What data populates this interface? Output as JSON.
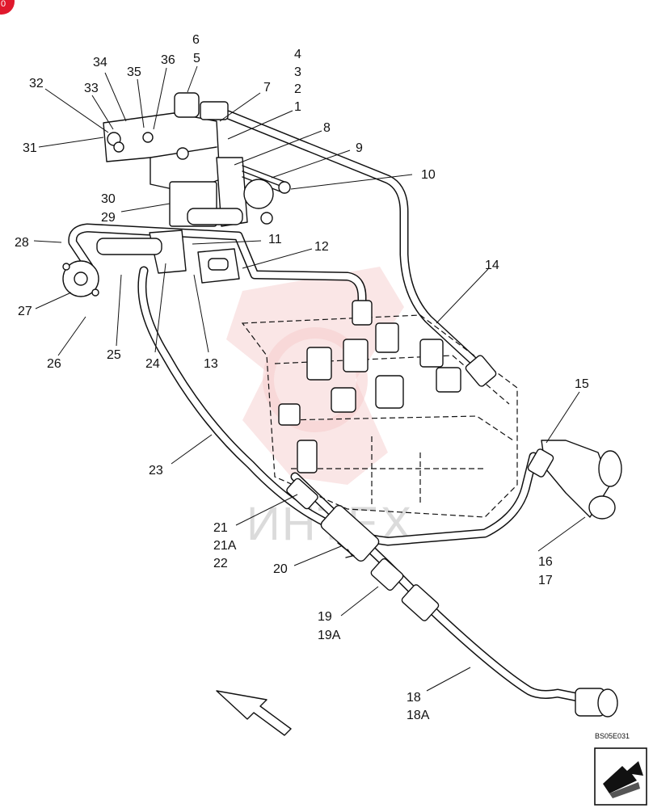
{
  "diagram": {
    "reference_code": "BS05E031",
    "watermark": "ИНТЕХ",
    "corner_badge": "0",
    "colors": {
      "line": "#111111",
      "watermark_red": "#f3c4c4",
      "watermark_text": "#d8d8d8",
      "badge": "#e0192d"
    },
    "callouts": [
      {
        "id": "c6",
        "lines": [
          "6"
        ]
      },
      {
        "id": "c5",
        "lines": [
          "5"
        ]
      },
      {
        "id": "c4",
        "lines": [
          "4"
        ]
      },
      {
        "id": "c3",
        "lines": [
          "3"
        ]
      },
      {
        "id": "c2",
        "lines": [
          "2"
        ]
      },
      {
        "id": "c1",
        "lines": [
          "1"
        ]
      },
      {
        "id": "c7",
        "lines": [
          "7"
        ]
      },
      {
        "id": "c8",
        "lines": [
          "8"
        ]
      },
      {
        "id": "c9",
        "lines": [
          "9"
        ]
      },
      {
        "id": "c10",
        "lines": [
          "10"
        ]
      },
      {
        "id": "c11",
        "lines": [
          "11"
        ]
      },
      {
        "id": "c12",
        "lines": [
          "12"
        ]
      },
      {
        "id": "c13",
        "lines": [
          "13"
        ]
      },
      {
        "id": "c14",
        "lines": [
          "14"
        ]
      },
      {
        "id": "c15",
        "lines": [
          "15"
        ]
      },
      {
        "id": "c16",
        "lines": [
          "16",
          "17"
        ]
      },
      {
        "id": "c18",
        "lines": [
          "18",
          "18A"
        ]
      },
      {
        "id": "c19",
        "lines": [
          "19",
          "19A"
        ]
      },
      {
        "id": "c20",
        "lines": [
          "20"
        ]
      },
      {
        "id": "c21",
        "lines": [
          "21",
          "21A",
          "22"
        ]
      },
      {
        "id": "c23",
        "lines": [
          "23"
        ]
      },
      {
        "id": "c24",
        "lines": [
          "24"
        ]
      },
      {
        "id": "c25",
        "lines": [
          "25"
        ]
      },
      {
        "id": "c26",
        "lines": [
          "26"
        ]
      },
      {
        "id": "c27",
        "lines": [
          "27"
        ]
      },
      {
        "id": "c28",
        "lines": [
          "28"
        ]
      },
      {
        "id": "c29",
        "lines": [
          "30",
          "29"
        ]
      },
      {
        "id": "c31",
        "lines": [
          "31"
        ]
      },
      {
        "id": "c32",
        "lines": [
          "32"
        ]
      },
      {
        "id": "c33",
        "lines": [
          "33"
        ]
      },
      {
        "id": "c34",
        "lines": [
          "34"
        ]
      },
      {
        "id": "c35",
        "lines": [
          "35"
        ]
      },
      {
        "id": "c36",
        "lines": [
          "36"
        ]
      }
    ]
  }
}
